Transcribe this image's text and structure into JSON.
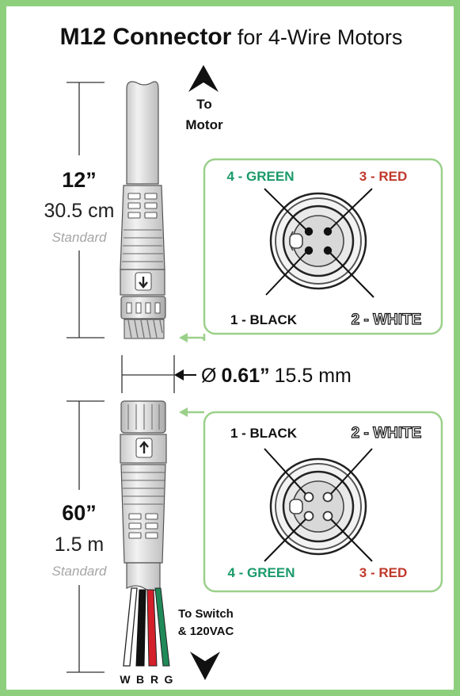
{
  "title": {
    "bold": "M12 Connector",
    "rest": " for 4-Wire Motors"
  },
  "top_cable": {
    "length_in": "12”",
    "length_metric": "30.5 cm",
    "note": "Standard",
    "direction_line1": "To",
    "direction_line2": "Motor"
  },
  "diameter": {
    "symbol": "Ø",
    "inches": "0.61”",
    "metric": "15.5 mm"
  },
  "bottom_cable": {
    "length_in": "60”",
    "length_metric": "1.5 m",
    "note": "Standard",
    "direction_line1": "To Switch",
    "direction_line2": "& 120VAC"
  },
  "top_pinout": {
    "green": "4 - GREEN",
    "red": "3 - RED",
    "black": "1 - BLACK",
    "white": "2 - WHITE"
  },
  "bottom_pinout": {
    "black": "1 - BLACK",
    "white": "2 - WHITE",
    "green": "4 - GREEN",
    "red": "3 - RED"
  },
  "wire_letters": {
    "w": "W",
    "b": "B",
    "r": "R",
    "g": "G"
  },
  "colors": {
    "frame": "#8ecf7d",
    "box_border": "#9bd08a",
    "green_label": "#1a9a6a",
    "red_label": "#c0392b",
    "wire_red": "#d3202a",
    "wire_green": "#1f8a58",
    "cable": "#dcdcdc"
  }
}
